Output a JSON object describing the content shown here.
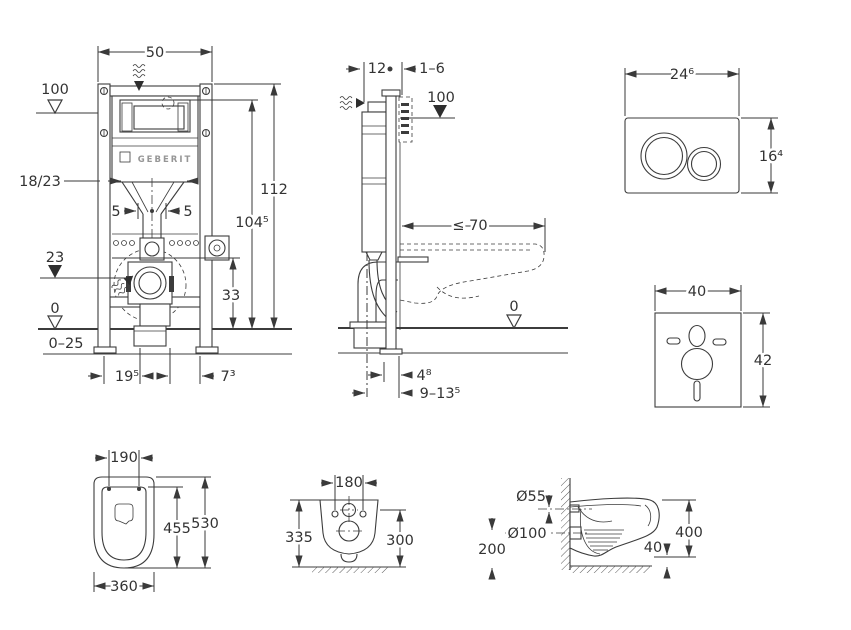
{
  "diagram": {
    "brand": "GEBERIT",
    "frame_front": {
      "width": "50",
      "meter_level": "100",
      "flush_offsets": "18/23",
      "pipe_left": "5",
      "pipe_right": "5",
      "trap_level": "23",
      "zero_level": "0",
      "floor_buildup": "0–25",
      "foot_dim": "19⁵",
      "corner_dim": "7³",
      "bend_height": "33",
      "upper_height": "104⁵",
      "total_height": "112"
    },
    "frame_side": {
      "rail_depth": "12",
      "wall_gap": "1–6",
      "meter_level": "100",
      "max_depth": "≤ 70",
      "zero_level": "0",
      "bend_offset": "4⁸",
      "bend_range": "9–13⁵"
    },
    "flush_plate": {
      "width": "24⁶",
      "height": "16⁴"
    },
    "sound_pad": {
      "width": "40",
      "height": "42"
    },
    "pan_top": {
      "holes": "190",
      "bowl": "455",
      "length": "530",
      "width": "360"
    },
    "pan_rear": {
      "holes": "180",
      "left_height": "335",
      "right_height": "300"
    },
    "pan_side": {
      "inlet": "Ø55",
      "outlet": "Ø100",
      "outlet_height": "200",
      "gap": "40",
      "rim_height": "400"
    }
  }
}
